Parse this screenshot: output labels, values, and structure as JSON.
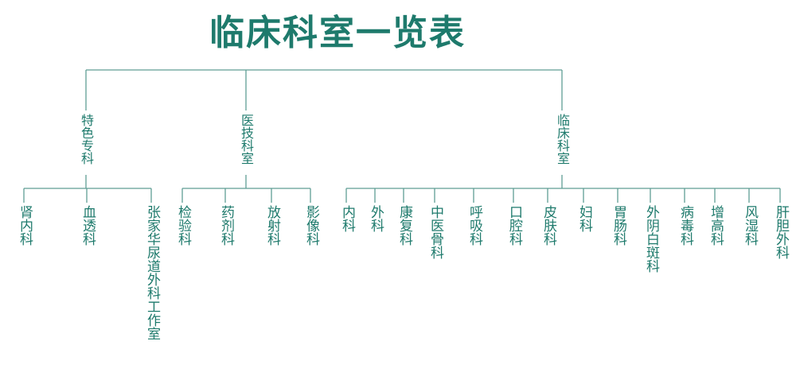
{
  "title": "临床科室一览表",
  "colors": {
    "text": "#1e7a6c",
    "line": "#5f9e95"
  },
  "categories": [
    {
      "id": "special",
      "label": "特色专科",
      "children": [
        "肾内科",
        "血透科",
        "张家华尿道外科工作室"
      ]
    },
    {
      "id": "medtech",
      "label": "医技科室",
      "children": [
        "检验科",
        "药剂科",
        "放射科",
        "影像科"
      ]
    },
    {
      "id": "clinical",
      "label": "临床科室",
      "children": [
        "内科",
        "外科",
        "康复科",
        "中医骨科",
        "呼吸科",
        "口腔科",
        "皮肤科",
        "妇科",
        "胃肠科",
        "外阴白斑科",
        "病毒科",
        "增高科",
        "风湿科",
        "肝胆外科"
      ]
    }
  ]
}
